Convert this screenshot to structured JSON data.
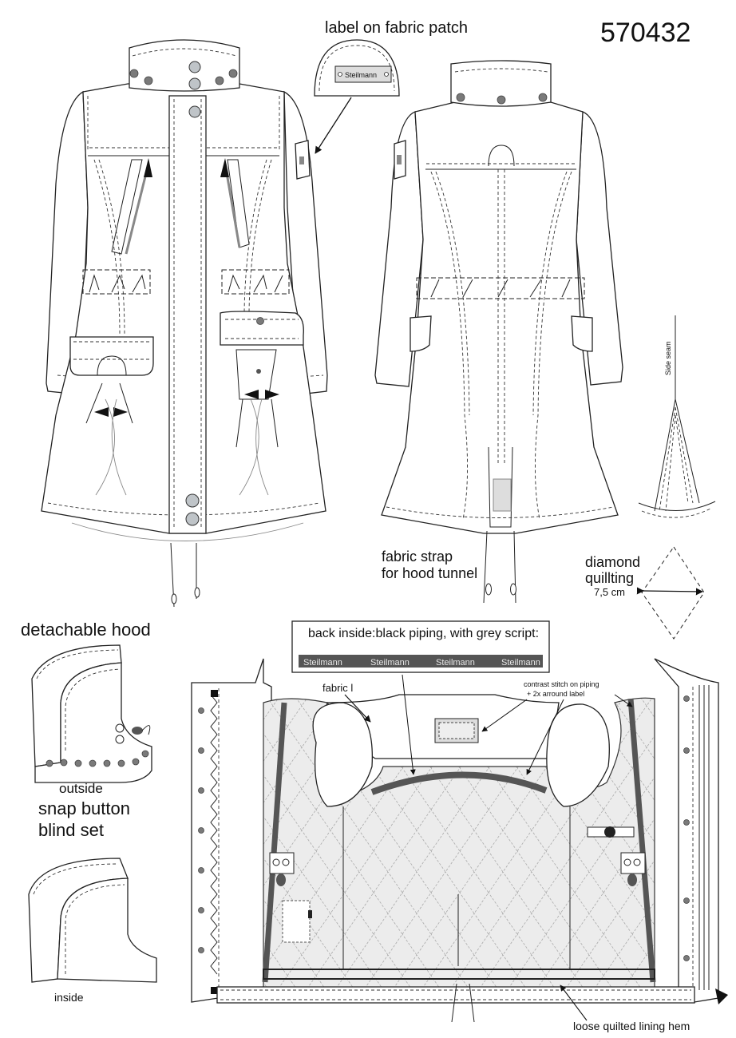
{
  "article_number": "570432",
  "labels": {
    "label_on_fabric_patch": "label on fabric patch",
    "patch_text": "Steilmann",
    "fabric_strap_1": "fabric strap",
    "fabric_strap_2": "for hood tunnel",
    "diamond_1": "diamond",
    "diamond_2": "quillting",
    "diamond_size": "7,5 cm",
    "side_seam": "Side seam",
    "detachable_hood": "detachable hood",
    "outside": "outside",
    "snap_button_1": "snap button",
    "snap_button_2": "blind set",
    "inside": "inside",
    "back_inside": "back inside:black piping, with grey script:",
    "piping_script": "Steilmann",
    "fabric_l": "fabric l",
    "contrast_1": "contrast stitch on piping",
    "contrast_2": "+ 2x arround label",
    "loose_hem": "loose quilted lining hem"
  },
  "colors": {
    "line": "#222222",
    "quilt_fill": "#e9e9e9",
    "piping": "#555555",
    "snap": "#7a7a7a"
  }
}
